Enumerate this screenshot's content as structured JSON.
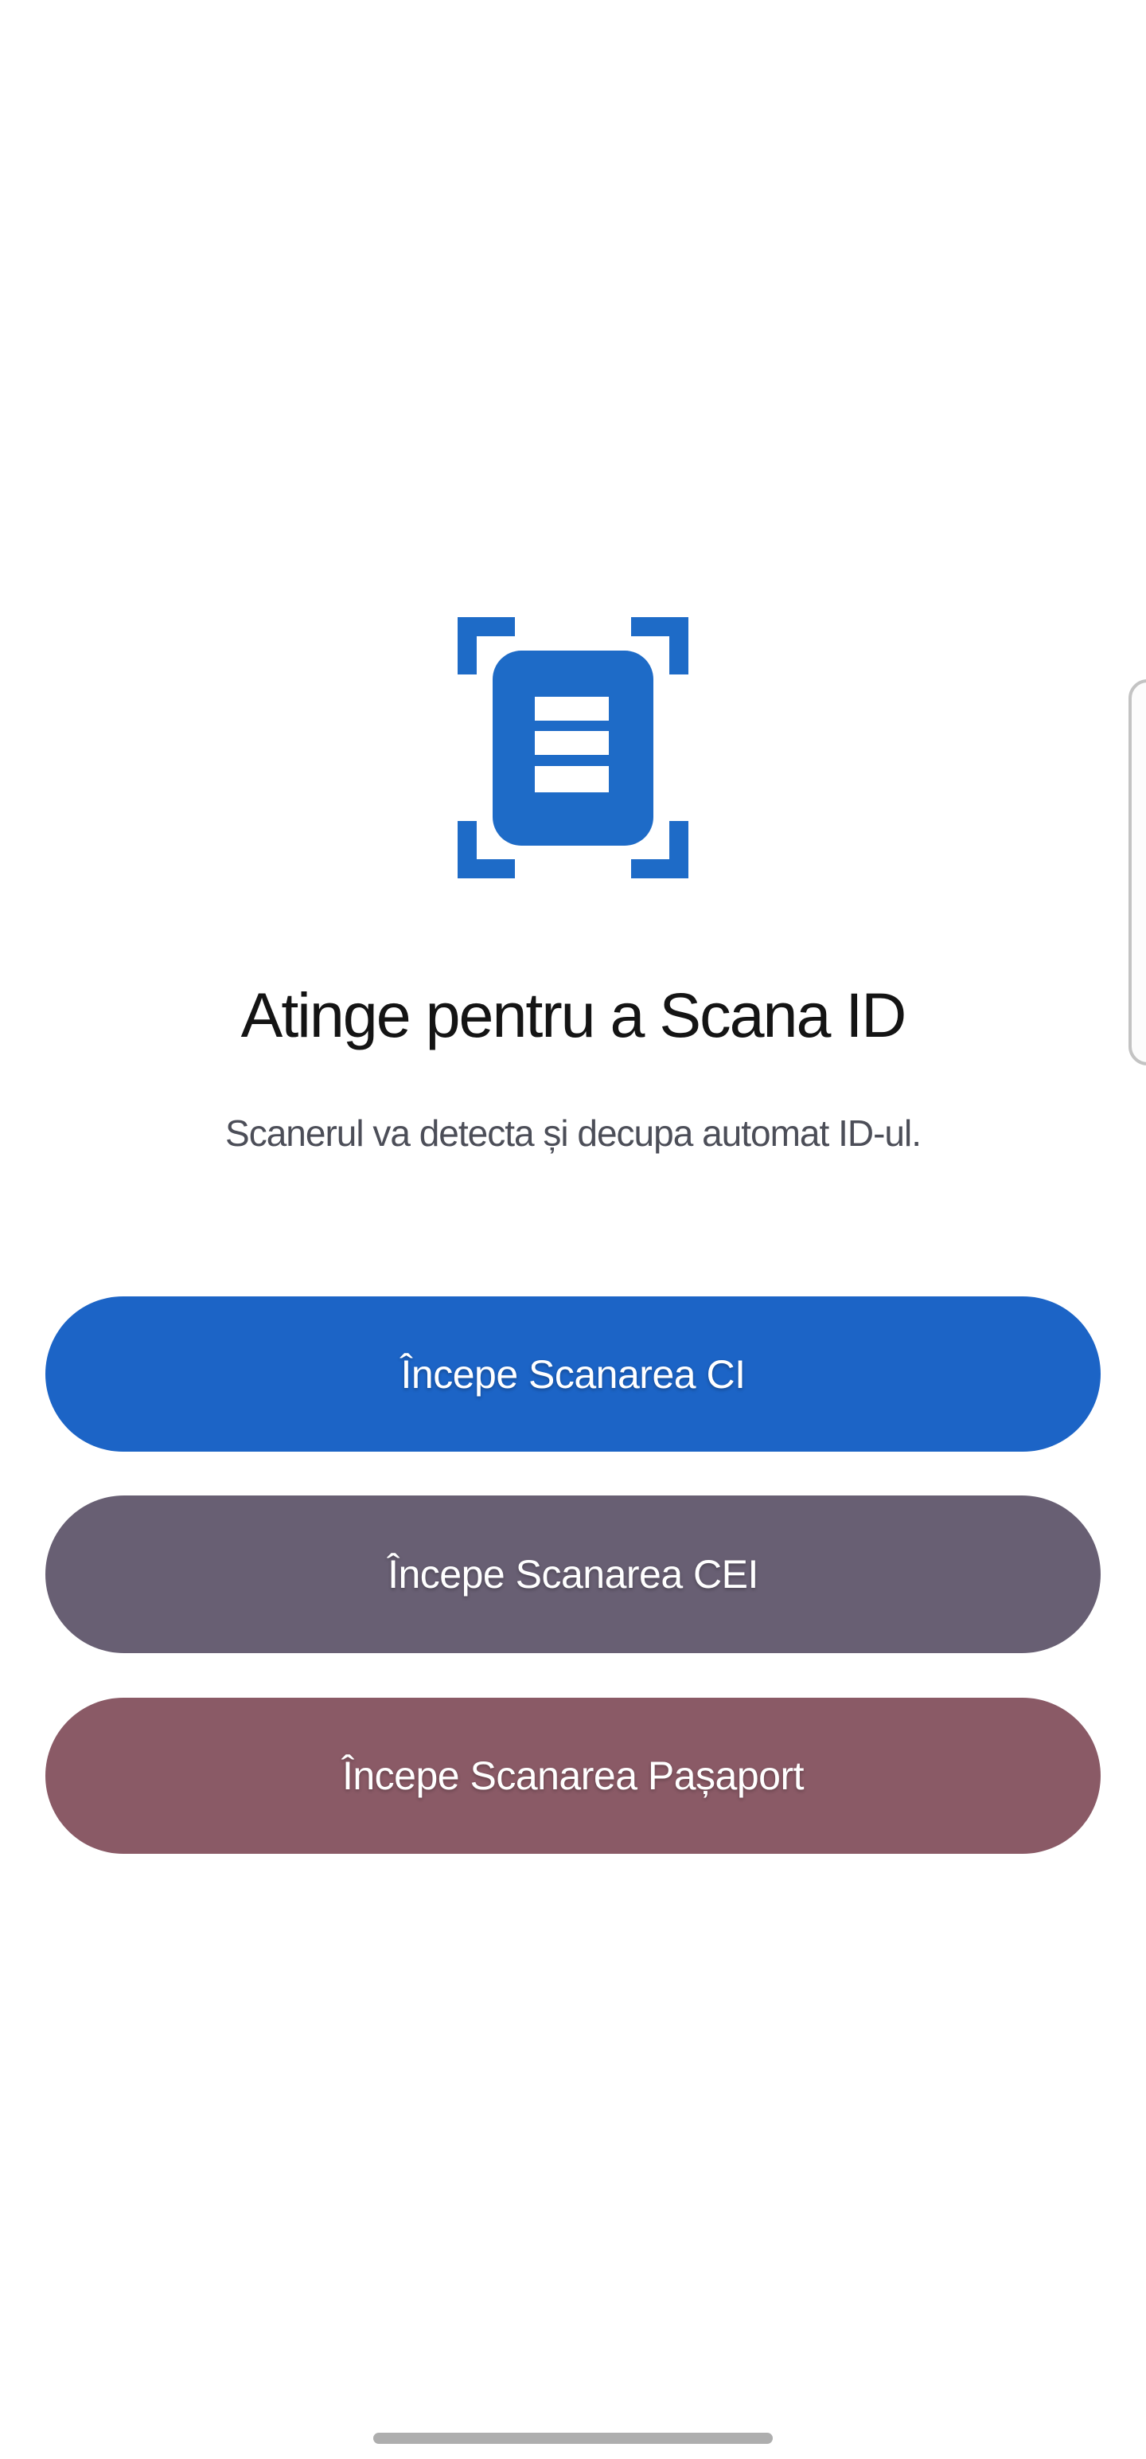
{
  "scan_screen": {
    "title": "Atinge pentru a Scana ID",
    "subtitle": "Scanerul va detecta și decupa automat ID-ul.",
    "icon": {
      "name": "scan-document-icon",
      "color": "#1e6bc7"
    },
    "buttons": [
      {
        "id": "ci",
        "label": "Începe Scanarea CI",
        "color": "#1c64c6"
      },
      {
        "id": "cei",
        "label": "Începe Scanarea CEI",
        "color": "#685f73"
      },
      {
        "id": "pasaport",
        "label": "Începe Scanarea Pașaport",
        "color": "#8a5a66"
      }
    ],
    "colors": {
      "background": "#ffffff",
      "title_text": "#141414",
      "subtitle_text": "#4c4e58",
      "button_text": "#ffffff",
      "nav_pill": "#aeaeae",
      "edge_handle_border": "#c3c3c3"
    }
  }
}
